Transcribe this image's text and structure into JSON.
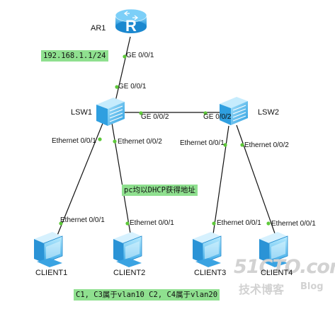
{
  "devices": {
    "router": {
      "name": "AR1"
    },
    "switch1": {
      "name": "LSW1"
    },
    "switch2": {
      "name": "LSW2"
    },
    "clients": [
      "CLIENT1",
      "CLIENT2",
      "CLIENT3",
      "CLIENT4"
    ]
  },
  "ports": {
    "ar1_ge": "GE 0/0/1",
    "lsw1_up": "GE 0/0/1",
    "lsw1_ge2": "GE 0/0/2",
    "lsw2_ge2": "GE 0/0/2",
    "lsw1_eth1": "Ethernet 0/0/1",
    "lsw1_eth2": "Ethernet 0/0/2",
    "lsw2_eth1": "Ethernet 0/0/1",
    "lsw2_eth2": "Ethernet 0/0/2",
    "client1_eth": "Ethernet 0/0/1",
    "client2_eth": "Ethernet 0/0/1",
    "client3_eth": "Ethernet 0/0/1",
    "client4_eth": "Ethernet 0/0/1"
  },
  "notes": {
    "ip": "192.168.1.1/24",
    "dhcp": "pc均以DHCP获得地址",
    "vlan": "C1, C3属于vlan10   C2, C4属于vlan20"
  },
  "watermark": {
    "site": "51CTO.com",
    "sub": "技术博客",
    "blog": "Blog"
  },
  "colors": {
    "link": "#111111",
    "port_dot": "#5ec83a",
    "note_bg": "#8fe08f",
    "router": "#3aaee8",
    "switch": "#4db8ea",
    "pc": "#2f9fe0"
  }
}
